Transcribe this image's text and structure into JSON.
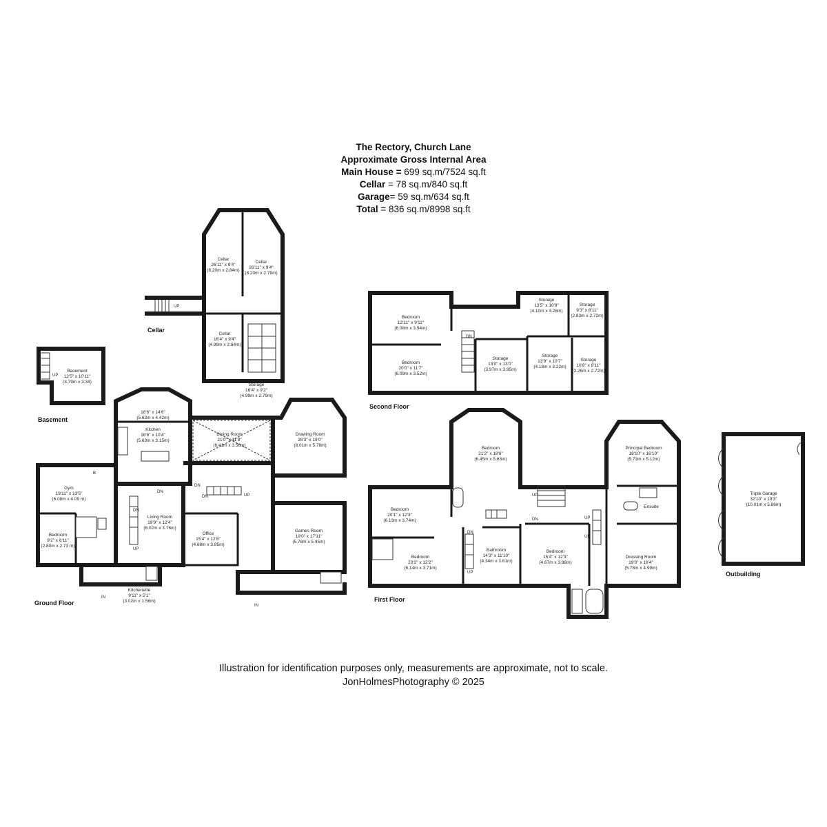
{
  "header": {
    "title": "The Rectory, Church Lane",
    "subtitle": "Approximate Gross Internal Area",
    "main_house_label": "Main House =",
    "main_house_value": "699 sq.m/7524 sq.ft",
    "cellar_label": "Cellar",
    "cellar_value": "= 78 sq.m/840 sq.ft",
    "garage_label": "Garage",
    "garage_value": "= 59 sq.m/634 sq.ft",
    "total_label": "Total",
    "total_value": "= 836 sq.m/8998 sq.ft"
  },
  "footer": {
    "disclaimer": "Illustration for identification purposes only, measurements are approximate, not to scale.",
    "credit": "JonHolmesPhotography © 2025"
  },
  "floors": {
    "cellar": "Cellar",
    "basement": "Basement",
    "ground": "Ground Floor",
    "second": "Second Floor",
    "first": "First Floor",
    "outbuilding": "Outbuilding"
  },
  "rooms": [
    {
      "name": "Cellar",
      "dims": "26'11\" x 9'4\"",
      "metric": "(8.20m x 2.84m)"
    },
    {
      "name": "Cellar",
      "dims": "26'11\" x 9'4\"",
      "metric": "(8.20m x 2.79m)"
    },
    {
      "name": "Cellar",
      "dims": "16'4\" x 9'4\"",
      "metric": "(4.99m x 2.84m)"
    },
    {
      "name": "Storage",
      "dims": "16'4\" x 9'2\"",
      "metric": "(4.99m x 2.79m)"
    },
    {
      "name": "Basement",
      "dims": "12'5\" x 10'11\"",
      "metric": "(3.79m x 3.34)"
    },
    {
      "name": "",
      "dims": "18'6\" x 14'6\"",
      "metric": "(5.63m x 4.42m)"
    },
    {
      "name": "Kitchen",
      "dims": "18'6\" x 10'4\"",
      "metric": "(5.63m x 3.15m)"
    },
    {
      "name": "Dining Room",
      "dims": "21'0\" x 11'8\"",
      "metric": "(6.41m x 3.56m)"
    },
    {
      "name": "Drawing Room",
      "dims": "26'3\" x 19'0\"",
      "metric": "(8.01m x 5.78m)"
    },
    {
      "name": "Gym",
      "dims": "19'11\" x 13'5\"",
      "metric": "(6.08m x 4.09 m)"
    },
    {
      "name": "Living Room",
      "dims": "19'9\" x 12'4\"",
      "metric": "(6.02m x 3.76m)"
    },
    {
      "name": "Office",
      "dims": "15'4\" x 12'8\"",
      "metric": "(4.68m x 3.85m)"
    },
    {
      "name": "Games Room",
      "dims": "19'0\" x 17'11\"",
      "metric": "(5.78m x 5.45m)"
    },
    {
      "name": "Bedroom",
      "dims": "9'2\" x 8'11\"",
      "metric": "(2.80m x 2.73 m)"
    },
    {
      "name": "Kitchenette",
      "dims": "9'11\" x 5'1\"",
      "metric": "(3.02m x 1.56m)"
    },
    {
      "name": "Bedroom",
      "dims": "12'11\" x 9'11\"",
      "metric": "(6.08m x 3.94m)"
    },
    {
      "name": "Bedroom",
      "dims": "20'0\" x 11'7\"",
      "metric": "(6.09m x 3.52m)"
    },
    {
      "name": "Storage",
      "dims": "13'0\" x 13'0\"",
      "metric": "(3.97m x 3.95m)"
    },
    {
      "name": "Storage",
      "dims": "13'5\" x 10'9\"",
      "metric": "(4.10m x 3.28m)"
    },
    {
      "name": "Storage",
      "dims": "9'3\" x 8'11\"",
      "metric": "(2.83m x 2.72m)"
    },
    {
      "name": "Storage",
      "dims": "13'9\" x 10'7\"",
      "metric": "(4.18m x 3.22m)"
    },
    {
      "name": "Storage",
      "dims": "10'8\" x 8'11\"",
      "metric": "(3.26m x 2.72m)"
    },
    {
      "name": "Bedroom",
      "dims": "21'2\" x 18'6\"",
      "metric": "(6.45m x 5.63m)"
    },
    {
      "name": "Principal Bedroom",
      "dims": "18'10\" x 16'10\"",
      "metric": "(5.73m x 5.12m)"
    },
    {
      "name": "Bedroom",
      "dims": "20'1\" x 12'3\"",
      "metric": "(6.13m x 3.74m)"
    },
    {
      "name": "Ensuite",
      "dims": "",
      "metric": ""
    },
    {
      "name": "Bedroom",
      "dims": "20'2\" x 12'2\"",
      "metric": "(6.14m x 3.71m)"
    },
    {
      "name": "Bathroom",
      "dims": "14'3\" x 11'10\"",
      "metric": "(4.34m x 3.61m)"
    },
    {
      "name": "Bedroom",
      "dims": "15'4\" x 12'3\"",
      "metric": "(4.67m x 3.88m)"
    },
    {
      "name": "Dressing Room",
      "dims": "19'0\" x 16'4\"",
      "metric": "(5.78m x 4.99m)"
    },
    {
      "name": "Triple Garage",
      "dims": "32'10\" x 19'3\"",
      "metric": "(10.01m x 5.88m)"
    }
  ],
  "markers": {
    "up": "UP",
    "dn": "DN",
    "in": "IN",
    "b": "B"
  }
}
